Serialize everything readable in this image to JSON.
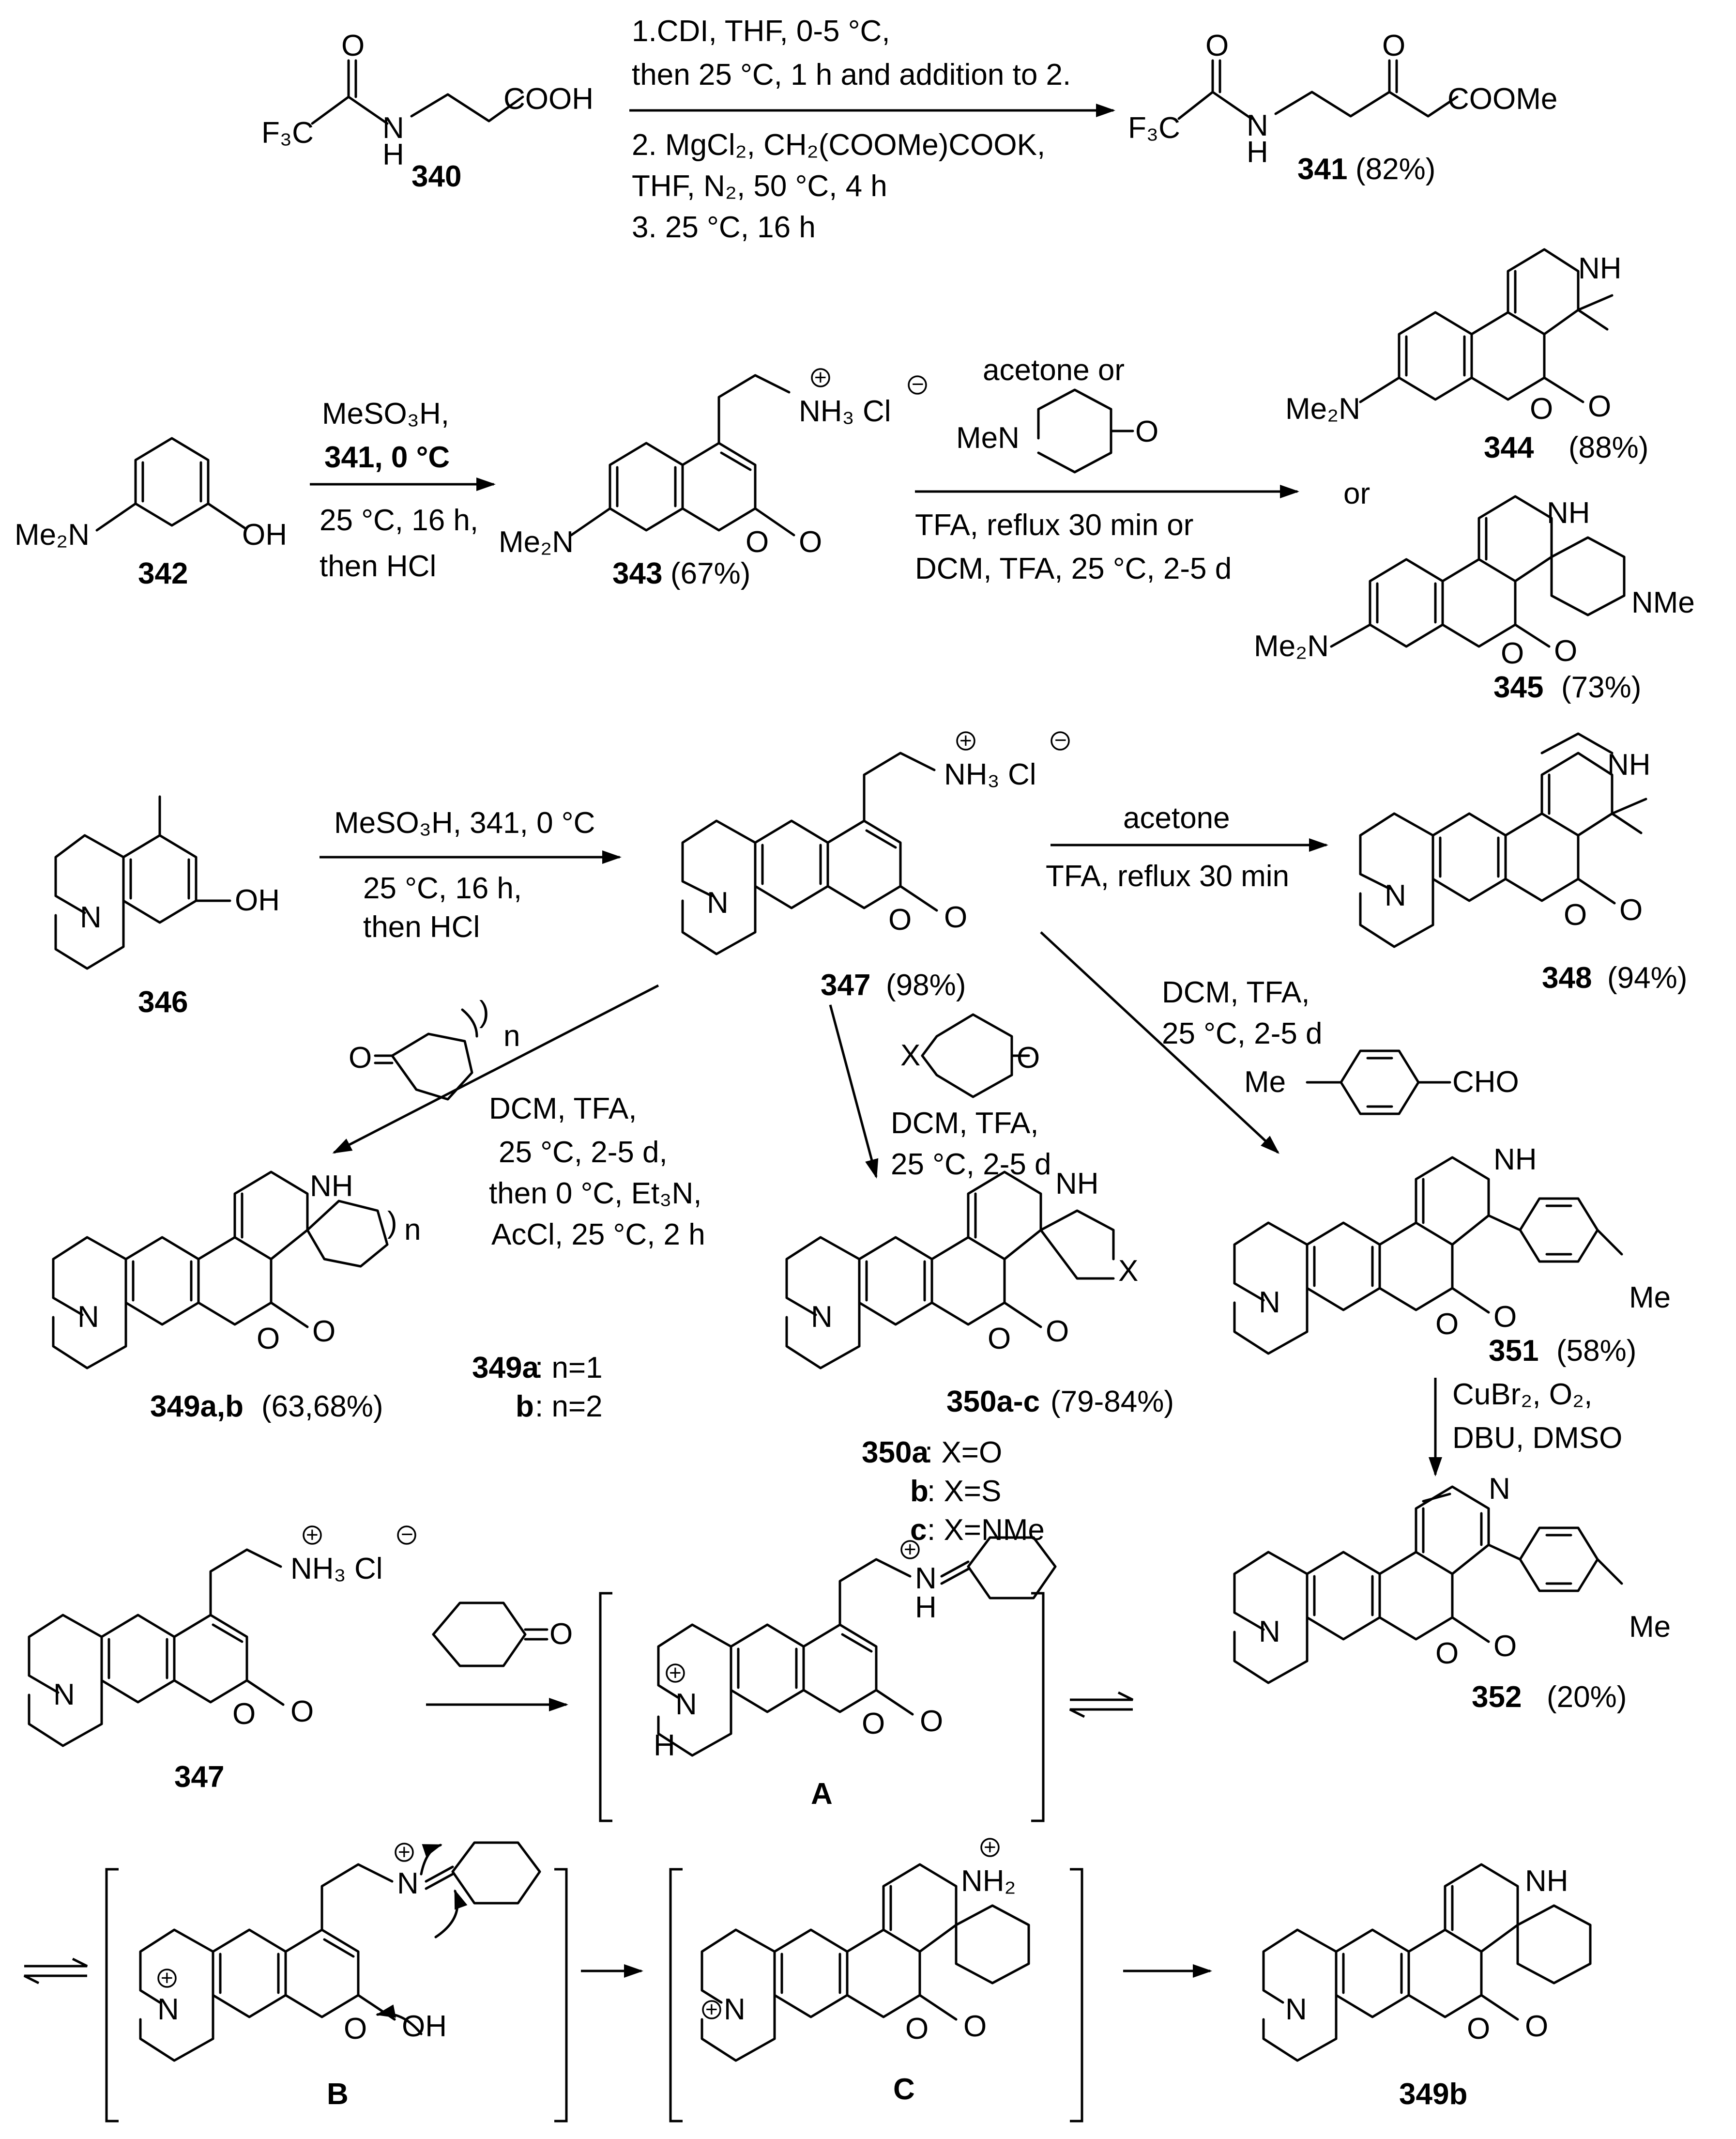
{
  "compounds": {
    "c340": "340",
    "c341": "341",
    "c341_yield": "(82%)",
    "c342": "342",
    "c343": "343",
    "c343_yield": "(67%)",
    "c344": "344",
    "c344_yield": "(88%)",
    "c345": "345",
    "c345_yield": "(73%)",
    "c346": "346",
    "c347": "347",
    "c347_yield": "(98%)",
    "c348": "348",
    "c348_yield": "(94%)",
    "c349ab": "349a,b",
    "c349ab_yield": "(63,68%)",
    "c349a": "349a",
    "c349a_def": ": n=1",
    "c349b_short": "b",
    "c349b_def": ": n=2",
    "c350ac": "350a-c",
    "c350ac_yield": "(79-84%)",
    "c350a": "350a",
    "c350a_def": ": X=O",
    "c350b": "b",
    "c350b_def": ": X=S",
    "c350c": "c",
    "c350c_def": ": X=NMe",
    "c351": "351",
    "c351_yield": "(58%)",
    "c352": "352",
    "c352_yield": "(20%)",
    "c347b": "347",
    "intA": "A",
    "intB": "B",
    "intC": "C",
    "c349b": "349b"
  },
  "conditions": {
    "r1_line1": "1.CDI, THF, 0-5 °C,",
    "r1_line2": "then 25 °C, 1 h and addition to 2.",
    "r1_line3": "2. MgCl₂, CH₂(COOMe)COOK,",
    "r1_line4": "THF, N₂, 50 °C, 4 h",
    "r1_line5": "3. 25 °C, 16 h",
    "r2_line1": "MeSO₃H,",
    "r2_line2": "341, 0 °C",
    "r2_line3": "25 °C, 16 h,",
    "r2_line4": "then HCl",
    "r3_top": "acetone or",
    "r3_line1": "TFA, reflux 30 min or",
    "r3_line2": "DCM, TFA, 25 °C, 2-5 d",
    "r3_or": "or",
    "r4_line1": "MeSO₃H, 341, 0 °C",
    "r4_line2": "25 °C, 16 h,",
    "r4_line3": "then HCl",
    "r5_line1": "acetone",
    "r5_line2": "TFA, reflux 30 min",
    "r6_line1": "DCM, TFA,",
    "r6_line2": "25 °C, 2-5 d",
    "r7_line1": "DCM, TFA,",
    "r7_line2": "25 °C, 2-5 d,",
    "r7_line3": "then 0 °C, Et₃N,",
    "r7_line4": "AcCl, 25 °C, 2 h",
    "r8_line1": "DCM, TFA,",
    "r8_line2": "25 °C, 2-5 d",
    "r9_line1": "CuBr₂, O₂,",
    "r9_line2": "DBU, DMSO"
  },
  "atoms": {
    "F3C": "F₃C",
    "O": "O",
    "N": "N",
    "H": "H",
    "NH": "NH",
    "OH": "OH",
    "COOH": "COOH",
    "COOMe": "COOMe",
    "Me2N": "Me₂N",
    "NMe": "NMe",
    "MeN": "MeN",
    "Me": "Me",
    "CHO": "CHO",
    "X": "X",
    "n": "n",
    "paren_n": ")",
    "NH3Cl": "NH₃ Cl",
    "NH2": "NH₂",
    "plus": "+",
    "minus": "−"
  }
}
